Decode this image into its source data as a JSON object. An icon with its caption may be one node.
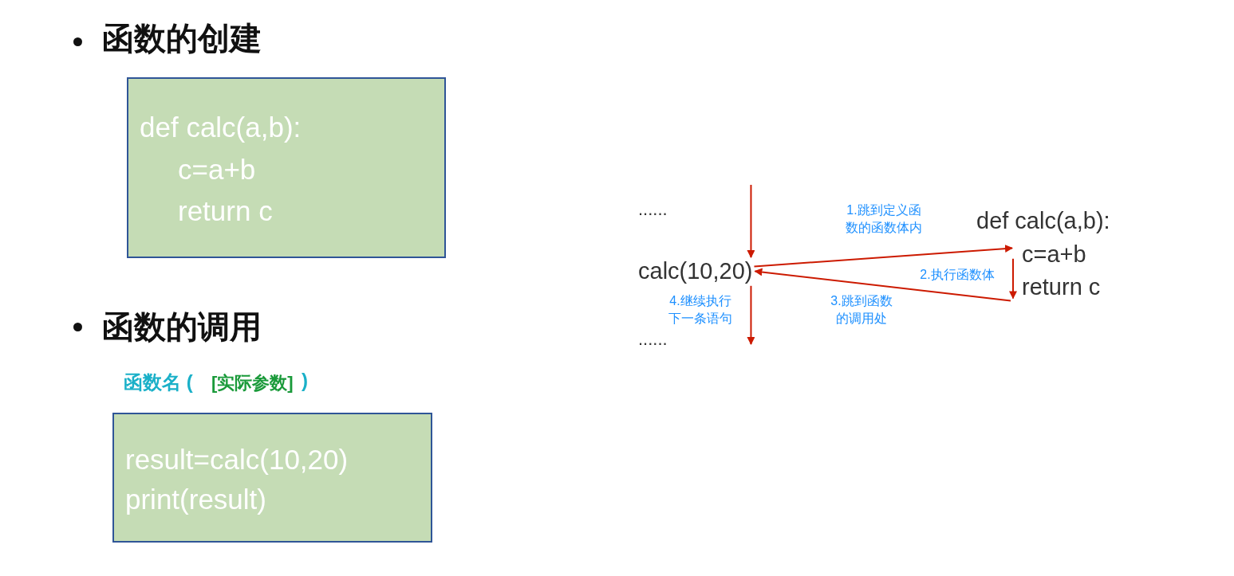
{
  "diagram": {
    "nodes": [
      {
        "text": [
          "def calc(a,b):",
          "c=a+b",
          "return c"
        ]
      },
      {
        "text": [
          "result=calc(10,20)",
          "print(result)"
        ]
      },
      {
        "text": [
          "calc(10,20)"
        ]
      },
      {
        "text": [
          "def calc(a,b):"
        ]
      },
      {
        "text": [
          "c=a+b"
        ]
      },
      {
        "text": [
          "return c"
        ]
      }
    ],
    "edges": [
      {
        "from": null,
        "to": 2,
        "arrow": "to"
      },
      {
        "from": 2,
        "to": 4,
        "arrow": "to",
        "label": "1.跳到定义函数的函数体内"
      },
      {
        "from": 4,
        "to": 5,
        "arrow": "to",
        "label": "2.执行函数体"
      },
      {
        "from": 5,
        "to": 2,
        "arrow": "to",
        "label": "3.跳到函数的调用处"
      },
      {
        "from": 2,
        "to": null,
        "arrow": "to",
        "label": "4.继续执行下一条语句"
      }
    ],
    "labels": [
      "函数的创建",
      "函数的调用",
      "函数名 (",
      "[实际参数]",
      ")",
      "......",
      "......"
    ]
  }
}
